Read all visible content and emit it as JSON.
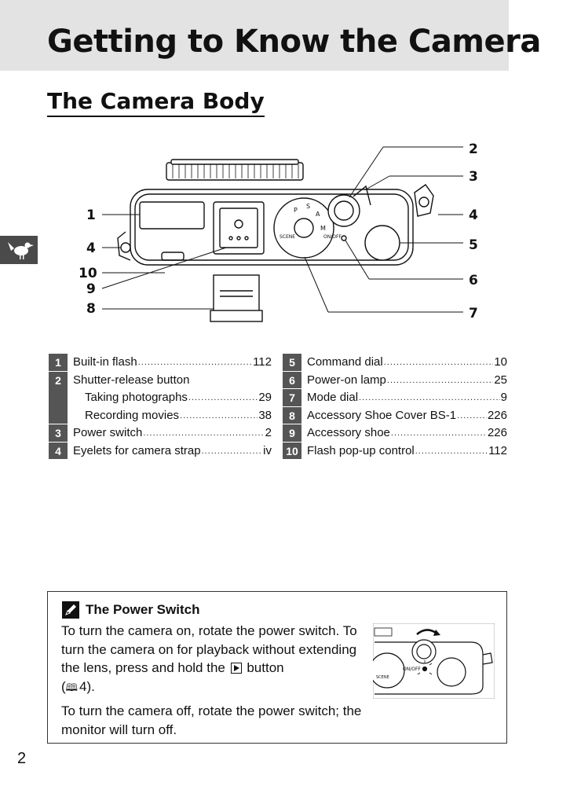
{
  "header": {
    "chapter_title": "Getting to Know the Camera",
    "section_title": "The Camera Body"
  },
  "side_tab": {
    "icon": "bird-icon",
    "color": "#4a4a4a"
  },
  "diagram": {
    "callouts": [
      "1",
      "2",
      "3",
      "4",
      "4",
      "5",
      "6",
      "7",
      "8",
      "9",
      "10"
    ],
    "dial_labels": [
      "P",
      "S",
      "A",
      "M",
      "SCENE"
    ],
    "switch_label": "ON/OFF"
  },
  "legend": {
    "left": [
      {
        "num": "1",
        "label": "Built-in flash",
        "page": "112"
      },
      {
        "num": "2",
        "label": "Shutter-release button",
        "page": ""
      },
      {
        "num": "",
        "label": "Taking photographs",
        "page": "29",
        "sub": true
      },
      {
        "num": "",
        "label": "Recording movies",
        "page": "38",
        "sub": true
      },
      {
        "num": "3",
        "label": "Power switch",
        "page": "2"
      },
      {
        "num": "4",
        "label": "Eyelets for camera strap",
        "page": "iv"
      }
    ],
    "right": [
      {
        "num": "5",
        "label": "Command dial",
        "page": "10"
      },
      {
        "num": "6",
        "label": "Power-on lamp",
        "page": "25"
      },
      {
        "num": "7",
        "label": "Mode dial",
        "page": "9"
      },
      {
        "num": "8",
        "label": "Accessory Shoe Cover BS-1",
        "page": "226"
      },
      {
        "num": "9",
        "label": "Accessory shoe",
        "page": "226"
      },
      {
        "num": "10",
        "label": "Flash pop-up control",
        "page": "112"
      }
    ]
  },
  "note": {
    "icon": "pencil-note-icon",
    "title": "The Power Switch",
    "para1_before": "To turn the camera on, rotate the power switch. To turn the camera on for playback without extending the lens, press and hold the",
    "para1_after": "button",
    "para1_ref": "(",
    "para1_ref_page": "4).",
    "para2": "To turn the camera off, rotate the power switch; the monitor will turn off.",
    "image_switch_label": "ON/OFF"
  },
  "page_number": "2"
}
